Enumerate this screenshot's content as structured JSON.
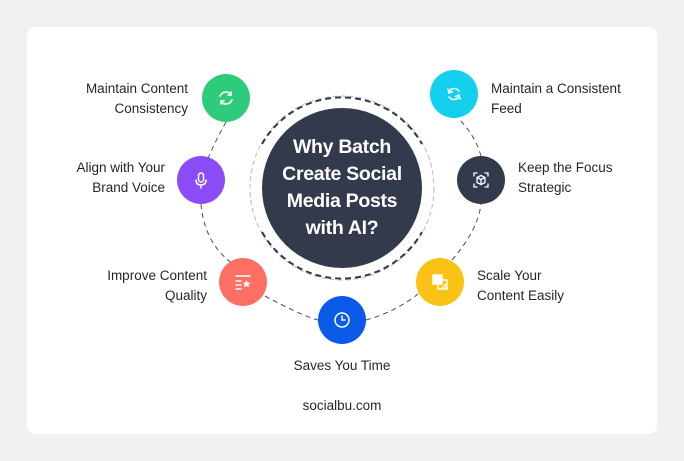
{
  "title": "Why Batch Create Social Media Posts with AI?",
  "title_lines": [
    "Why Batch",
    "Create Social",
    "Media Posts",
    "with AI?"
  ],
  "items": [
    {
      "label_lines": [
        "Maintain Content",
        "Consistency"
      ],
      "icon": "refresh-icon",
      "color": "#2ecc7a"
    },
    {
      "label_lines": [
        "Align with Your",
        "Brand Voice"
      ],
      "icon": "microphone-icon",
      "color": "#8b4cf6"
    },
    {
      "label_lines": [
        "Improve Content",
        "Quality"
      ],
      "icon": "list-star-icon",
      "color": "#ff6f66"
    },
    {
      "label_lines": [
        "Saves You Time"
      ],
      "icon": "clock-icon",
      "color": "#0b59e8"
    },
    {
      "label_lines": [
        "Scale Your",
        "Content Easily"
      ],
      "icon": "scale-copy-icon",
      "color": "#fbc216"
    },
    {
      "label_lines": [
        "Keep the Focus",
        "Strategic"
      ],
      "icon": "focus-cube-icon",
      "color": "#323a4c"
    },
    {
      "label_lines": [
        "Maintain a Consistent",
        "Feed"
      ],
      "icon": "sync-icon",
      "color": "#13d0ee"
    }
  ],
  "footer": "socialbu.com",
  "colors": {
    "background": "#f0f1f3",
    "card": "#ffffff",
    "center": "#323a4c",
    "text": "#1f2530"
  }
}
